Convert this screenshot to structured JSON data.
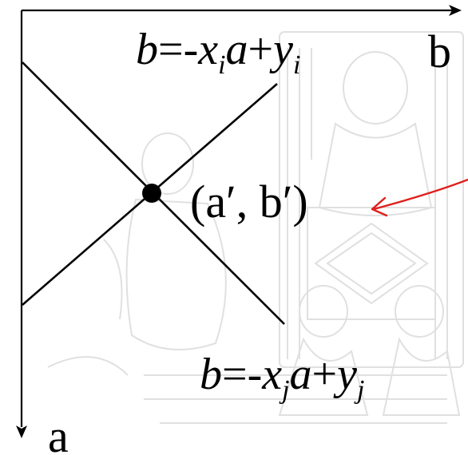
{
  "axes": {
    "horizontal_label": "b",
    "vertical_label": "a"
  },
  "lines": {
    "line_i": {
      "lhs": "b",
      "equals": "=-",
      "x": "x",
      "x_sub": "i",
      "a": "a",
      "plus": "+",
      "y": "y",
      "y_sub": "i"
    },
    "line_j": {
      "lhs": "b",
      "equals": "=-",
      "x": "x",
      "x_sub": "j",
      "a": "a",
      "plus": "+",
      "y": "y",
      "y_sub": "j"
    }
  },
  "intersection": {
    "label": "(a′, b′)"
  },
  "colors": {
    "ink": "#000000",
    "annotation": "#e0201b",
    "watermark": "#d4d4d4"
  }
}
